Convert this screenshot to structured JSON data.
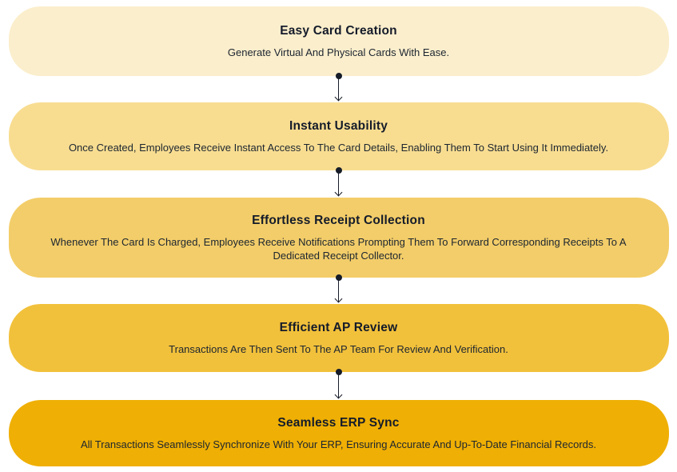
{
  "page": {
    "background": "#FFFFFF"
  },
  "flow": {
    "connector_color": "#161C28",
    "text": {
      "title_color": "#141B2A",
      "description_color": "#1C2530"
    },
    "steps": [
      {
        "title": "Easy Card Creation",
        "description": "Generate Virtual And Physical Cards With Ease.",
        "bg": "#FBEECC"
      },
      {
        "title": "Instant Usability",
        "description": "Once Created, Employees Receive Instant Access To The Card Details, Enabling Them To Start Using It Immediately.",
        "bg": "#F8DD91"
      },
      {
        "title": "Effortless Receipt Collection",
        "description": "Whenever The Card Is Charged, Employees Receive Notifications Prompting Them To Forward Corresponding Receipts To A Dedicated Receipt Collector.",
        "bg": "#F3CD69"
      },
      {
        "title": "Efficient AP Review",
        "description": "Transactions Are Then Sent To The AP Team For Review And Verification.",
        "bg": "#F2C13B"
      },
      {
        "title": "Seamless ERP Sync",
        "description": "All Transactions Seamlessly Synchronize With Your ERP, Ensuring Accurate And Up-To-Date Financial Records.",
        "bg": "#EFAF04"
      }
    ]
  }
}
